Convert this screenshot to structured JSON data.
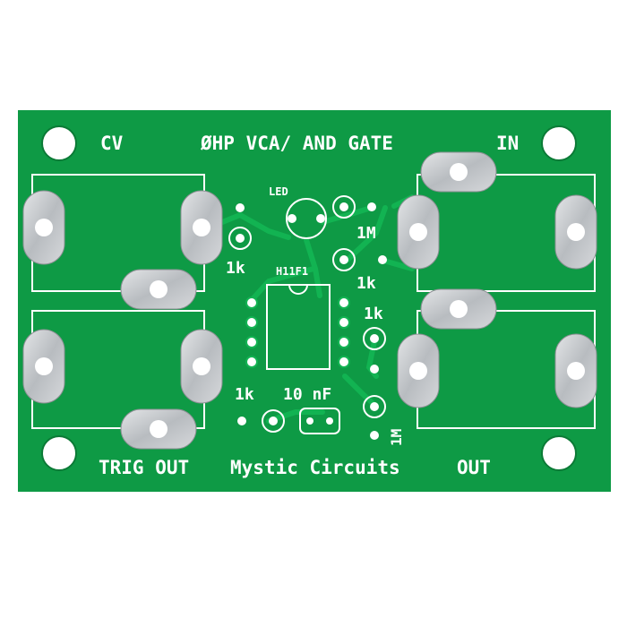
{
  "board": {
    "colors": {
      "solder_mask": "#0e9a45",
      "silkscreen": "#ffffff",
      "traces": "#12b352",
      "pads": "#c9ccd0",
      "hole": "#ffffff"
    },
    "labels": {
      "cv": "CV",
      "title": "ØHP VCA/ AND GATE",
      "in": "IN",
      "trig_out": "TRIG OUT",
      "brand": "Mystic Circuits",
      "out": "OUT",
      "led": "LED",
      "ic": "H11F1",
      "r1": "1k",
      "r2": "1M",
      "r3": "1k",
      "r4": "1k",
      "r5": "1k",
      "cap": "10 nF",
      "r6": "1M"
    }
  }
}
